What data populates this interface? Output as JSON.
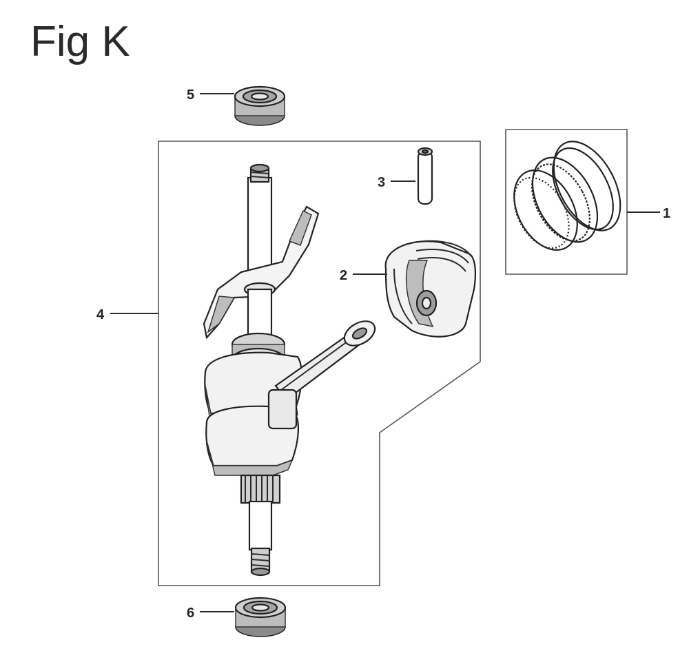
{
  "figure": {
    "title": "Fig K"
  },
  "callouts": [
    {
      "id": "1",
      "label": "1"
    },
    {
      "id": "2",
      "label": "2"
    },
    {
      "id": "3",
      "label": "3"
    },
    {
      "id": "4",
      "label": "4"
    },
    {
      "id": "5",
      "label": "5"
    },
    {
      "id": "6",
      "label": "6"
    }
  ]
}
